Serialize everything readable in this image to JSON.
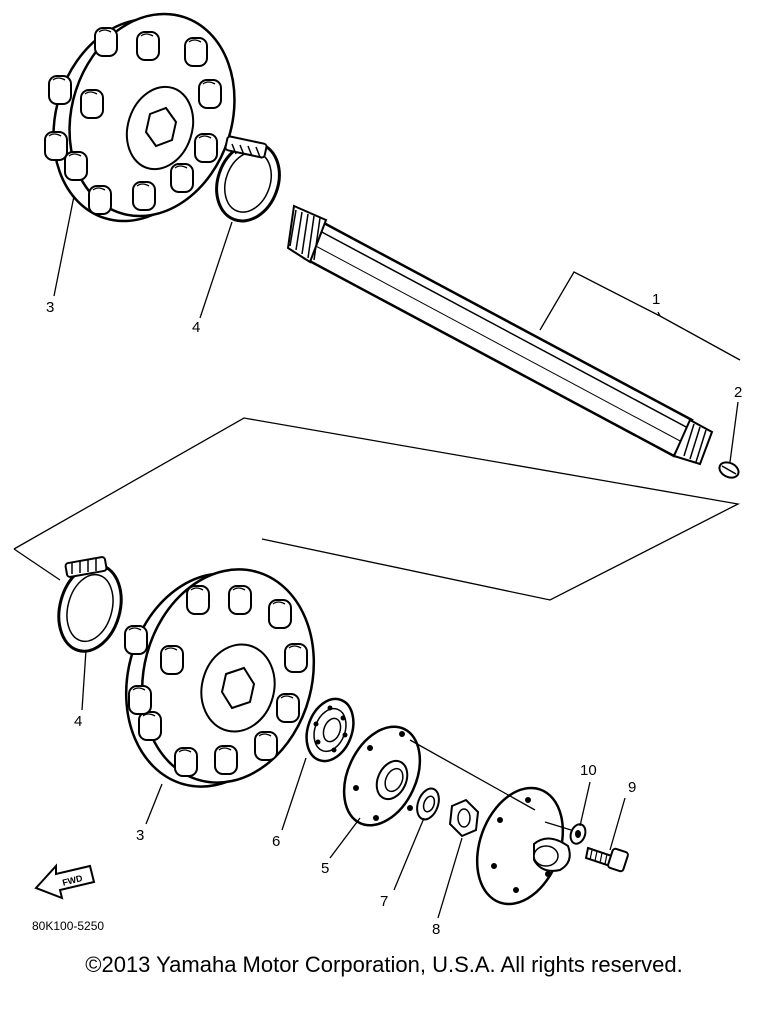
{
  "diagram": {
    "callouts": [
      {
        "id": "1",
        "label": "1"
      },
      {
        "id": "2",
        "label": "2"
      },
      {
        "id": "3a",
        "label": "3"
      },
      {
        "id": "4a",
        "label": "4"
      },
      {
        "id": "3b",
        "label": "3"
      },
      {
        "id": "4b",
        "label": "4"
      },
      {
        "id": "5",
        "label": "5"
      },
      {
        "id": "6",
        "label": "6"
      },
      {
        "id": "7",
        "label": "7"
      },
      {
        "id": "8",
        "label": "8"
      },
      {
        "id": "9",
        "label": "9"
      },
      {
        "id": "10",
        "label": "10"
      }
    ],
    "fwd_label": "FWD",
    "part_code": "80K100-5250"
  },
  "footer": {
    "copyright": "©2013 Yamaha Motor Corporation, U.S.A. All rights reserved."
  }
}
